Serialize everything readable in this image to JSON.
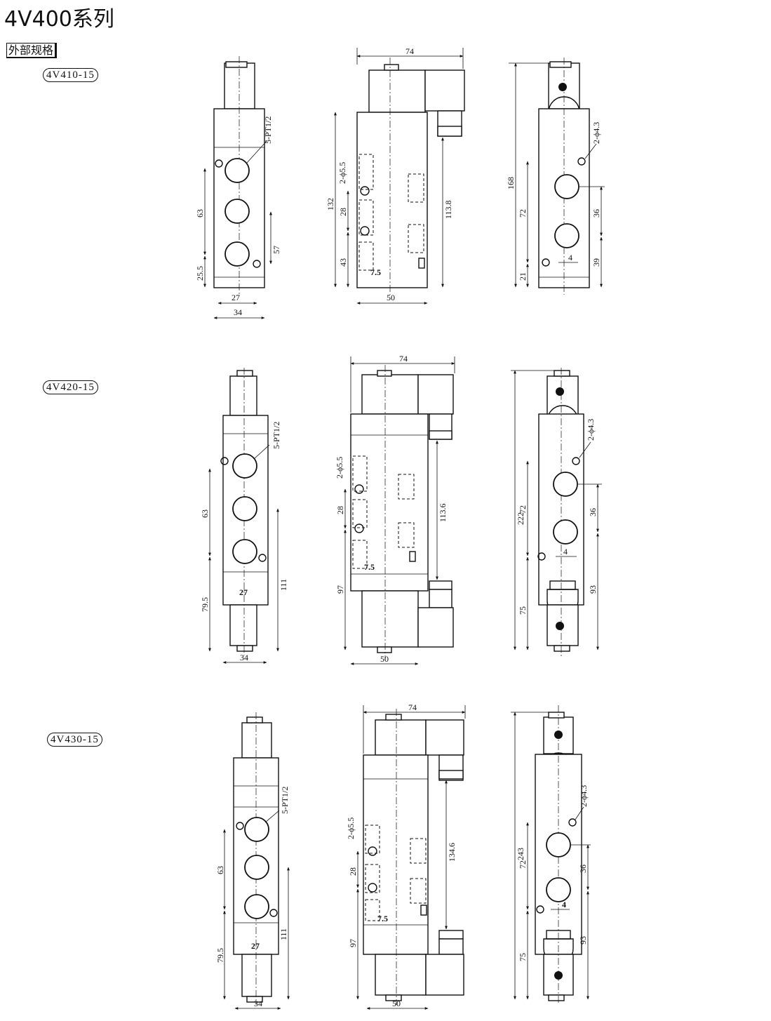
{
  "title": "4V400系列",
  "section": "外部规格",
  "models": [
    {
      "name": "4V410-15",
      "front": {
        "port": "5-PT1/2",
        "h1": "63",
        "h2": "25.5",
        "h3": "57",
        "w1": "27",
        "w2": "34"
      },
      "side": {
        "w": "74",
        "h1": "132",
        "h2": "113.8",
        "hole": "2-ϕ5.5",
        "d1": "28",
        "d2": "43",
        "d3": "7.5",
        "w2": "50"
      },
      "rear": {
        "h": "168",
        "hole": "2-ϕ4.3",
        "d1": "72",
        "d2": "21",
        "d3": "36",
        "d4": "39",
        "d5": "4"
      }
    },
    {
      "name": "4V420-15",
      "front": {
        "port": "5-PT1/2",
        "h1": "63",
        "h2": "79.5",
        "h3": "111",
        "w1": "27",
        "w2": "34"
      },
      "side": {
        "w": "74",
        "h1": "97",
        "h2": "113.6",
        "hole": "2-ϕ5.5",
        "d1": "28",
        "d3": "7.5",
        "w2": "50"
      },
      "rear": {
        "h": "222",
        "hole": "2-ϕ4.3",
        "d1": "72",
        "d2": "75",
        "d3": "36",
        "d4": "93",
        "d5": "4"
      }
    },
    {
      "name": "4V430-15",
      "front": {
        "port": "5-PT1/2",
        "h1": "63",
        "h2": "79.5",
        "h3": "111",
        "w1": "27",
        "w2": "34"
      },
      "side": {
        "w": "74",
        "h1": "97",
        "h2": "134.6",
        "hole": "2-ϕ5.5",
        "d1": "28",
        "d3": "7.5",
        "w2": "50"
      },
      "rear": {
        "h": "243",
        "hole": "2-ϕ4.3",
        "d1": "72",
        "d2": "75",
        "d3": "36",
        "d4": "93",
        "d5": "4"
      }
    }
  ]
}
